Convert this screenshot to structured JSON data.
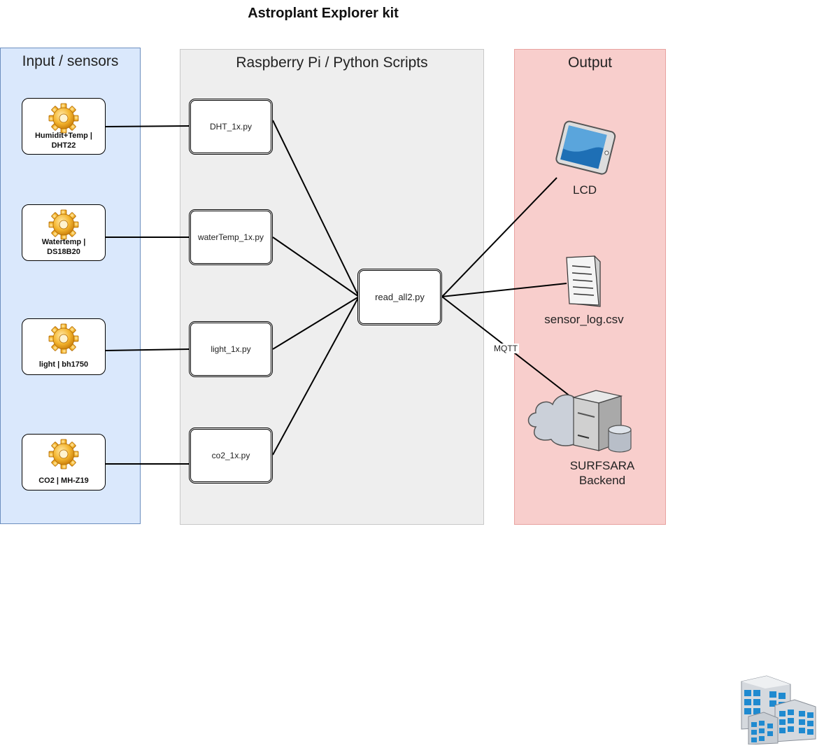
{
  "title": "Astroplant Explorer kit",
  "lanes": {
    "input": "Input / sensors",
    "scripts": "Raspberry Pi / Python Scripts",
    "output": "Output"
  },
  "sensors": [
    {
      "label": "Humidit+Temp |\nDHT22",
      "icon": "gear-icon"
    },
    {
      "label": "Watertemp |\nDS18B20",
      "icon": "gear-icon"
    },
    {
      "label": "light |  bh1750",
      "icon": "gear-icon"
    },
    {
      "label": "CO2 | MH-Z19",
      "icon": "gear-icon"
    }
  ],
  "scripts": [
    "DHT_1x.py",
    "waterTemp_1x.py",
    "light_1x.py",
    "co2_1x.py"
  ],
  "aggregator": "read_all2.py",
  "outputs": {
    "lcd": {
      "label": "LCD",
      "icon": "tablet-icon"
    },
    "log": {
      "label": "sensor_log.csv",
      "icon": "document-icon"
    },
    "backend": {
      "label": "SURFSARA\nBackend",
      "icon": "cloud-server-icon"
    }
  },
  "edge_labels": {
    "mqtt": "MQTT"
  },
  "decor": {
    "icon": "office-buildings-icon"
  },
  "colors": {
    "input_lane": "#dae8fc",
    "script_lane": "#eeeeee",
    "output_lane": "#f8cecc"
  }
}
